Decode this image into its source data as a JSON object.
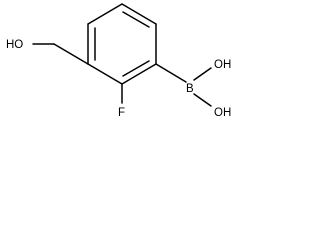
{
  "molecule": {
    "atoms": {
      "hydroxymethyl": "HO",
      "fluorine": "F",
      "boron": "B",
      "boron_oh_top": "OH",
      "boron_oh_bottom": "OH"
    }
  }
}
